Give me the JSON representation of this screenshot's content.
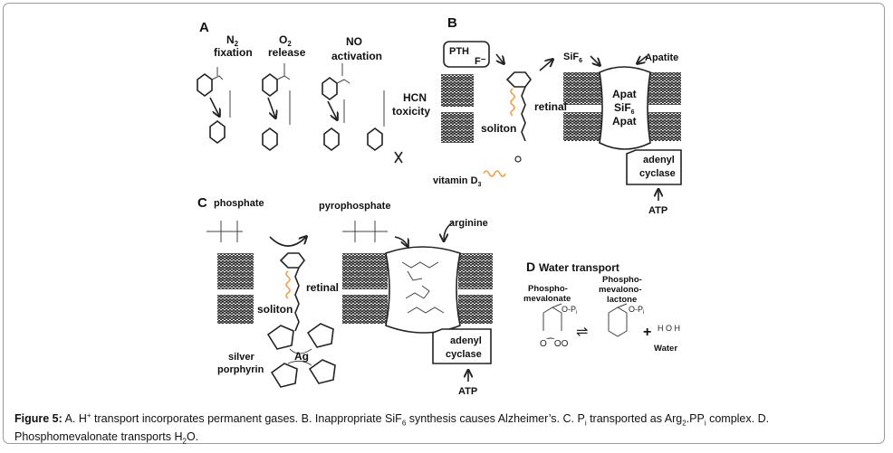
{
  "figure": {
    "panels": {
      "A": {
        "letter": "A",
        "labels": {
          "n2": "N",
          "n2_sub": "2",
          "fixation": "fixation",
          "o2": "O",
          "o2_sub": "2",
          "release": "release",
          "no": "NO",
          "activation": "activation",
          "hcn": "HCN",
          "toxicity": "toxicity"
        }
      },
      "B": {
        "letter": "B",
        "pth": "PTH",
        "fluoride": "F⁻",
        "sif6": "SiF",
        "sif6_sub": "6",
        "apatite": "Apatite",
        "retinal": "retinal",
        "soliton": "soliton",
        "vitamin": "vitamin D",
        "vitamin_sub": "3",
        "channel_lines": [
          "Apat",
          "SiF",
          "Apat"
        ],
        "channel_sub": "6",
        "adenyl": "adenyl",
        "cyclase": "cyclase",
        "atp": "ATP"
      },
      "C": {
        "letter": "C",
        "phosphate": "phosphate",
        "pyrophosphate": "pyrophosphate",
        "arginine": "arginine",
        "retinal": "retinal",
        "soliton": "soliton",
        "silver": "silver",
        "porphyrin": "porphyrin",
        "ag": "Ag",
        "adenyl": "adenyl",
        "cyclase": "cyclase",
        "atp": "ATP"
      },
      "D": {
        "letter": "D",
        "title": "Water transport",
        "left_label": [
          "Phospho-",
          "mevalonate"
        ],
        "right_label": [
          "Phospho-",
          "mevalono-",
          "lactone"
        ],
        "substituent": "O-P",
        "substituent_sub": "i",
        "equilibrium": "⇌",
        "plus": "+",
        "water": "Water"
      }
    },
    "caption": {
      "label": "Figure 5:",
      "line1_parts": [
        " A. H",
        "+",
        " transport incorporates permanent gases.  B. Inappropriate SiF",
        "6",
        " synthesis causes Alzheimer’s. C. P",
        "i",
        " transported as Arg",
        "2",
        ".PP",
        "i",
        " complex. D."
      ],
      "line2_parts": [
        "Phosphomevalonate transports H",
        "2",
        "O."
      ]
    }
  }
}
